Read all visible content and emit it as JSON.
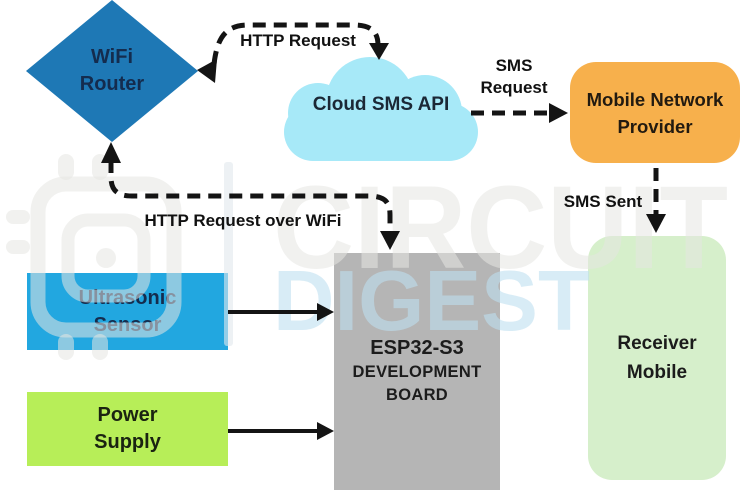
{
  "diagram": {
    "title": "ESP32-S3 SMS alert system block diagram",
    "nodes": {
      "wifi_router": {
        "label": [
          "WiFi",
          "Router"
        ],
        "color": "#1e78b5",
        "shape": "diamond"
      },
      "cloud_sms_api": {
        "label": [
          "Cloud SMS",
          "API"
        ],
        "color": "#a7e9f8",
        "shape": "cloud"
      },
      "mobile_network_provider": {
        "label": [
          "Mobile Network",
          "Provider"
        ],
        "color": "#f7b04c",
        "shape": "rounded-rect"
      },
      "receiver_mobile": {
        "label": [
          "Receiver",
          "Mobile"
        ],
        "color": "#d6efcb",
        "shape": "rounded-rect"
      },
      "ultrasonic_sensor": {
        "label": [
          "Ultrasonic",
          "Sensor"
        ],
        "color": "#22a7e0",
        "shape": "rect"
      },
      "power_supply": {
        "label": [
          "Power",
          "Supply"
        ],
        "color": "#b7ee58",
        "shape": "rect"
      },
      "esp32_board": {
        "label": [
          "ESP32-S3",
          "DEVELOPMENT",
          "BOARD"
        ],
        "color": "#b5b5b5",
        "shape": "rect"
      }
    },
    "edges": {
      "router_cloud": {
        "label": "HTTP Request",
        "style": "dashed",
        "direction": "bidirectional"
      },
      "cloud_provider": {
        "label": [
          "SMS",
          "Request"
        ],
        "style": "dashed",
        "direction": "right"
      },
      "provider_receiver": {
        "label": "SMS Sent",
        "style": "dashed",
        "direction": "down"
      },
      "esp_router": {
        "label": "HTTP Request over WiFi",
        "style": "dashed",
        "direction": "bidirectional"
      },
      "sensor_board": {
        "label": "",
        "style": "solid",
        "direction": "right"
      },
      "power_board": {
        "label": "",
        "style": "solid",
        "direction": "right"
      }
    },
    "watermark": {
      "brand": [
        "CIRCUIT",
        "DIGEST"
      ]
    },
    "arrow_color": "#141414"
  }
}
